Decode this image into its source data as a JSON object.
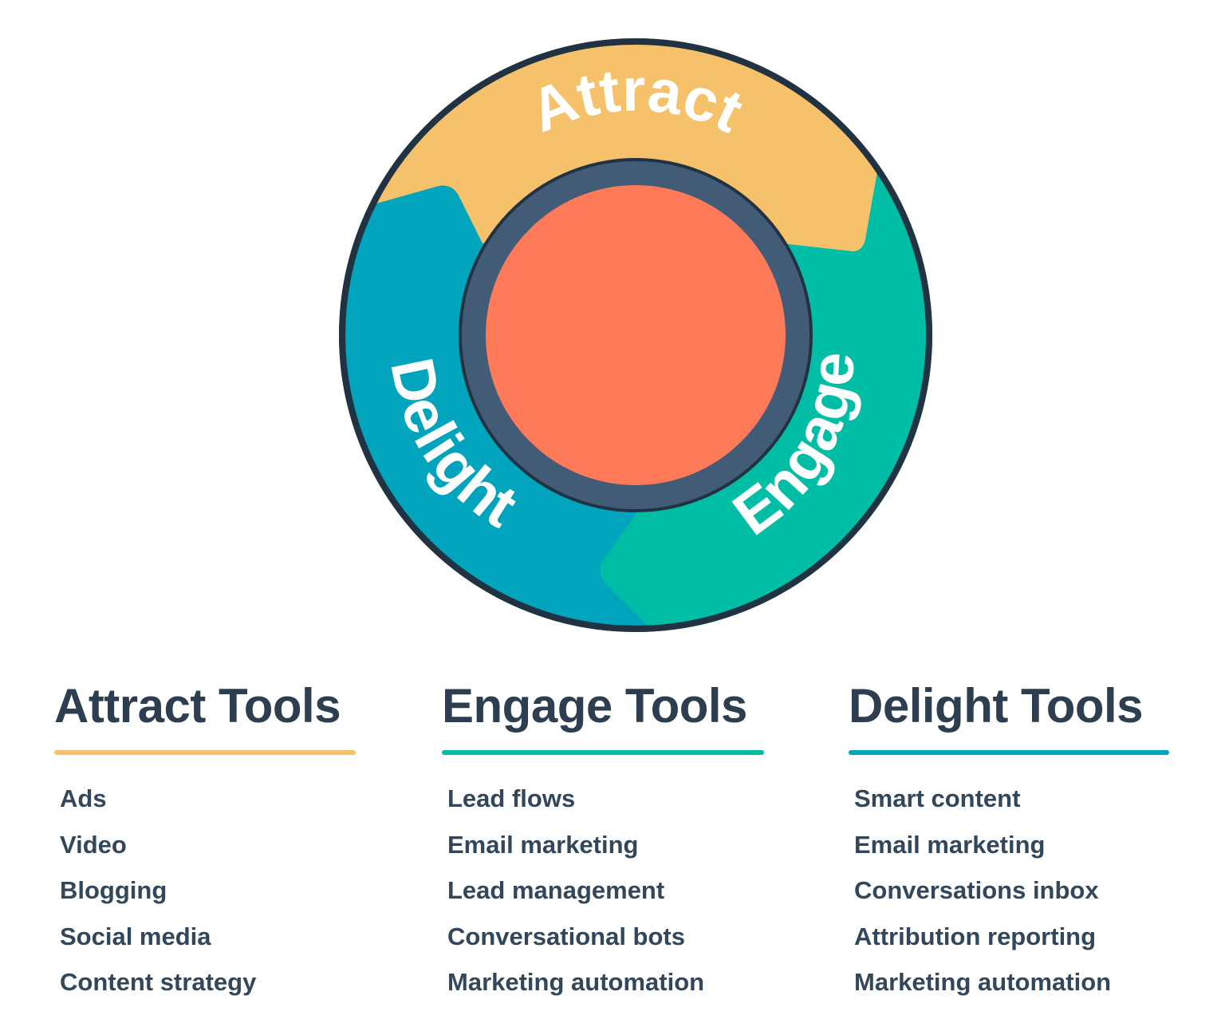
{
  "flywheel": {
    "segments": [
      {
        "key": "attract",
        "label": "Attract",
        "color": "#f5c26b"
      },
      {
        "key": "engage",
        "label": "Engage",
        "color": "#00bda5"
      },
      {
        "key": "delight",
        "label": "Delight",
        "color": "#00a4bd"
      }
    ],
    "hub_color": "#ff7a59",
    "ring_color": "#425b76",
    "outline_color": "#213343"
  },
  "columns": [
    {
      "title": "Attract Tools",
      "accent": "#f5c26b",
      "items": [
        "Ads",
        "Video",
        "Blogging",
        "Social media",
        "Content strategy"
      ]
    },
    {
      "title": "Engage Tools",
      "accent": "#00bda5",
      "items": [
        "Lead flows",
        "Email marketing",
        "Lead management",
        "Conversational bots",
        "Marketing automation"
      ]
    },
    {
      "title": "Delight Tools",
      "accent": "#00a4bd",
      "items": [
        "Smart content",
        "Email marketing",
        "Conversations inbox",
        "Attribution reporting",
        "Marketing automation"
      ]
    }
  ]
}
